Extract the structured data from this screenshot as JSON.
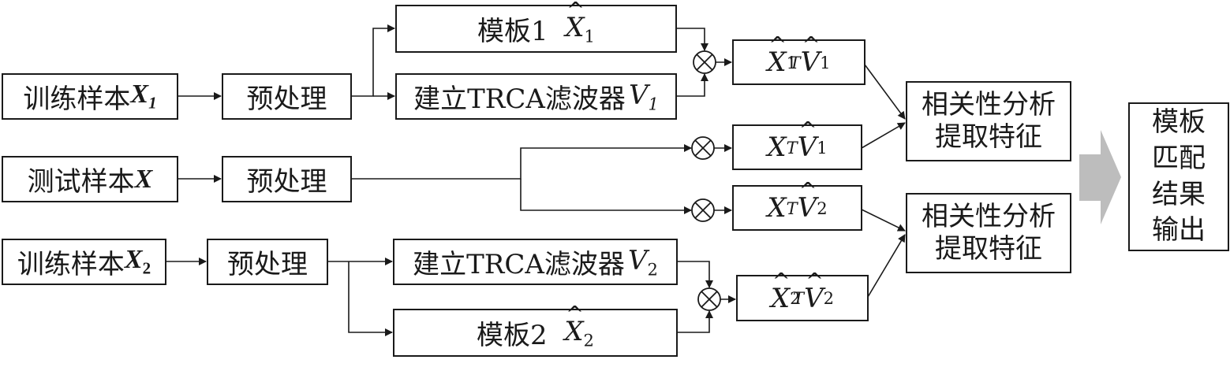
{
  "diagram": {
    "inputs": {
      "train1": {
        "label": "训练样本",
        "var": "X",
        "sub": "1"
      },
      "test": {
        "label": "测试样本",
        "var": "X"
      },
      "train2": {
        "label": "训练样本",
        "var": "X",
        "sub": "2"
      }
    },
    "preprocess_label": "预处理",
    "branch1": {
      "template": {
        "label": "模板1",
        "var": "X",
        "sub": "1"
      },
      "filter": {
        "label": "建立TRCA滤波器",
        "var": "V",
        "sub": "1"
      },
      "product": {
        "a": "X",
        "a_sub": "1",
        "sup": "T",
        "b": "V",
        "b_sub": "1"
      }
    },
    "test_products": [
      {
        "a": "X",
        "sup": "T",
        "b": "V",
        "b_sub": "1"
      },
      {
        "a": "X",
        "sup": "T",
        "b": "V",
        "b_sub": "2"
      }
    ],
    "branch2": {
      "filter": {
        "label": "建立TRCA滤波器",
        "var": "V",
        "sub": "2"
      },
      "template": {
        "label": "模板2",
        "var": "X",
        "sub": "2"
      },
      "product": {
        "a": "X",
        "a_sub": "2",
        "sup": "T",
        "b": "V",
        "b_sub": "2"
      }
    },
    "correlation": {
      "line1": "相关性分析",
      "line2": "提取特征"
    },
    "output": {
      "lines": [
        "模板",
        "匹配",
        "结果",
        "输出"
      ]
    },
    "multiply_symbol": "⊗",
    "colors": {
      "line": "#1a1a1a",
      "big_arrow": "#bdbdbd"
    }
  }
}
